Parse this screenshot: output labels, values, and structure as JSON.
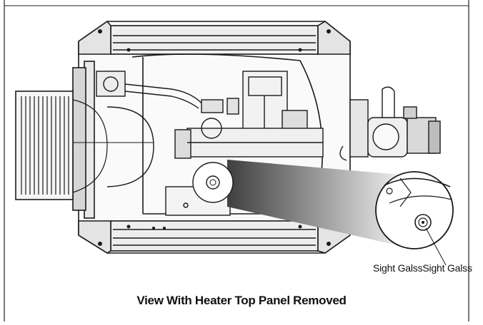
{
  "figure": {
    "caption": "View With Heater Top Panel Removed",
    "callouts": [
      {
        "label": "Sight Galss"
      },
      {
        "label": "Sight Galss"
      }
    ]
  },
  "colors": {
    "line": "#1a1a1a",
    "fill_light": "#f2f2f2",
    "fill_mid": "#cfcfcf",
    "beam_dark": "#555555",
    "beam_light": "#e6e6e6"
  }
}
